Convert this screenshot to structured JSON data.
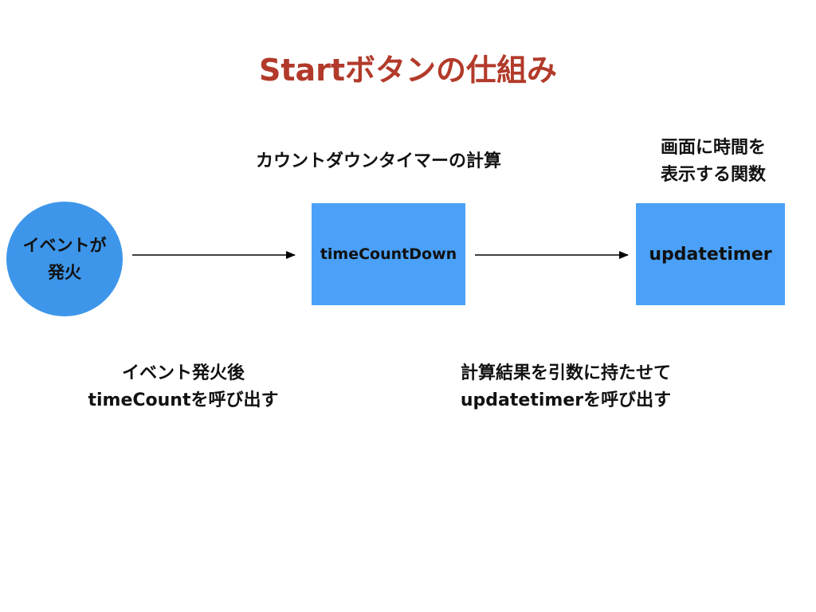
{
  "title": "Startボタンの仕組み",
  "nodes": {
    "event": {
      "lines": [
        "イベントが",
        "発火"
      ]
    },
    "countdown": {
      "label": "timeCountDown",
      "caption": "カウントダウンタイマーの計算"
    },
    "update": {
      "label": "updatetimer",
      "caption_lines": [
        "画面に時間を",
        "表示する関数"
      ]
    }
  },
  "notes": {
    "left": [
      "イベント発火後",
      "timeCountを呼び出す"
    ],
    "right": [
      "計算結果を引数に持たせて",
      "updatetimerを呼び出す"
    ]
  },
  "colors": {
    "title": "#b23a2a",
    "circle": "#3d96ea",
    "box": "#4aa1f7",
    "text": "#111111",
    "arrow": "#000000"
  }
}
